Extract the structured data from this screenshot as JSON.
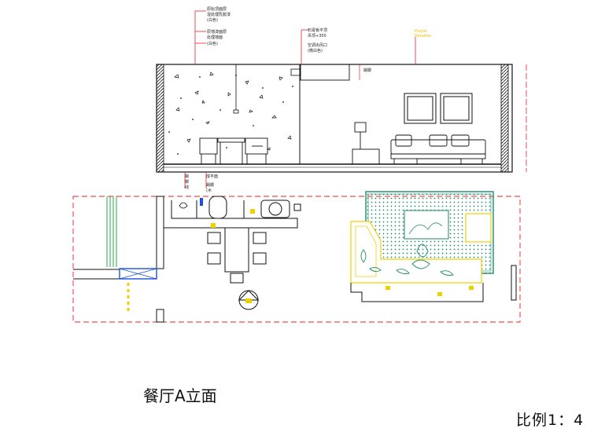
{
  "title": "餐厅A立面",
  "scale": "比例1：4",
  "annotations": {
    "ceiling_1a": "原始顶面层",
    "ceiling_1b": "湿处理乳胶漆",
    "ceiling_1c": "(白色)",
    "ceiling_2a": "原墙漆面层",
    "ceiling_2b": "处理墙面",
    "ceiling_2c": "(白色)",
    "mid_1": "石膏板平顶",
    "mid_2": "吊顶+350",
    "mid_3": "空调出风口",
    "mid_4": "(微白色)",
    "yellow_1": "Purple",
    "yellow_2": "Notation",
    "right_small": "踢脚",
    "bottom_1": "踢",
    "bottom_2": "脚",
    "bottom_3": "线",
    "bottom_4": "成平面",
    "bottom_5": "踢脚",
    "bottom_6": "(木"
  },
  "colors": {
    "line": "#111111",
    "red_dashed": "#e8202a",
    "rug_green": "#1e8a6a",
    "yellow": "#f0d000",
    "window_blue": "#1a4fd8",
    "plant_green": "#2aa84a"
  }
}
